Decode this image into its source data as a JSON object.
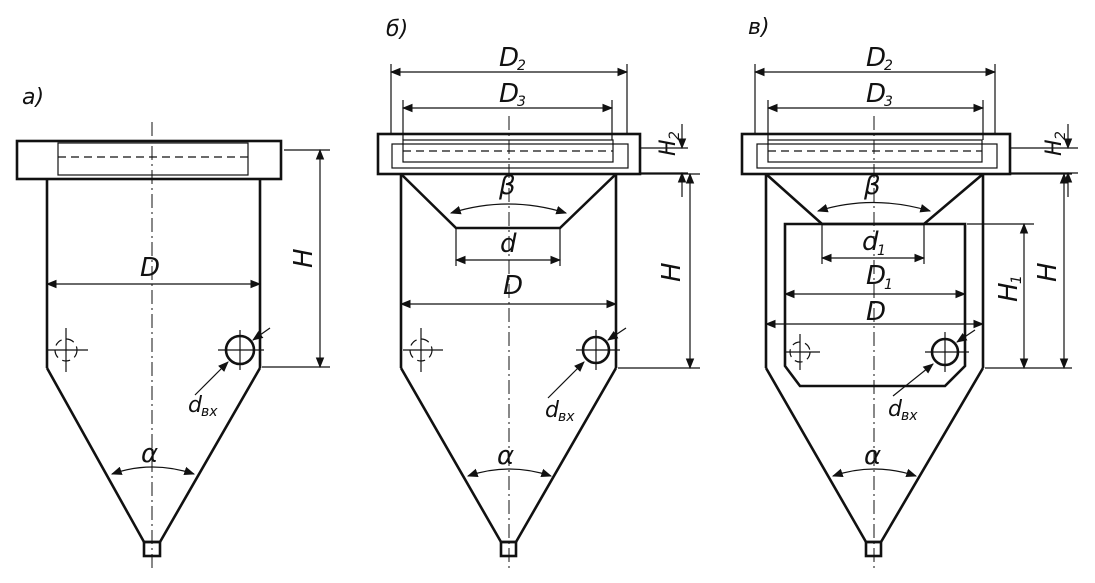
{
  "diagram": {
    "panels": [
      {
        "label": "а)",
        "dims": {
          "D": "D",
          "H": "H",
          "d_in": "d",
          "d_in_sub": "вх",
          "alpha": "α"
        }
      },
      {
        "label": "б)",
        "dims": {
          "D2": "D",
          "D2_sub": "2",
          "D3": "D",
          "D3_sub": "3",
          "H2": "H",
          "H2_sub": "2",
          "beta": "β",
          "d": "d",
          "D": "D",
          "H": "H",
          "d_in": "d",
          "d_in_sub": "вх",
          "alpha": "α"
        }
      },
      {
        "label": "в)",
        "dims": {
          "D2": "D",
          "D2_sub": "2",
          "D3": "D",
          "D3_sub": "3",
          "H2": "H",
          "H2_sub": "2",
          "beta": "β",
          "d1": "d",
          "d1_sub": "1",
          "D1": "D",
          "D1_sub": "1",
          "D": "D",
          "H1": "H",
          "H1_sub": "1",
          "H": "H",
          "d_in": "d",
          "d_in_sub": "вх",
          "alpha": "α"
        }
      }
    ]
  }
}
